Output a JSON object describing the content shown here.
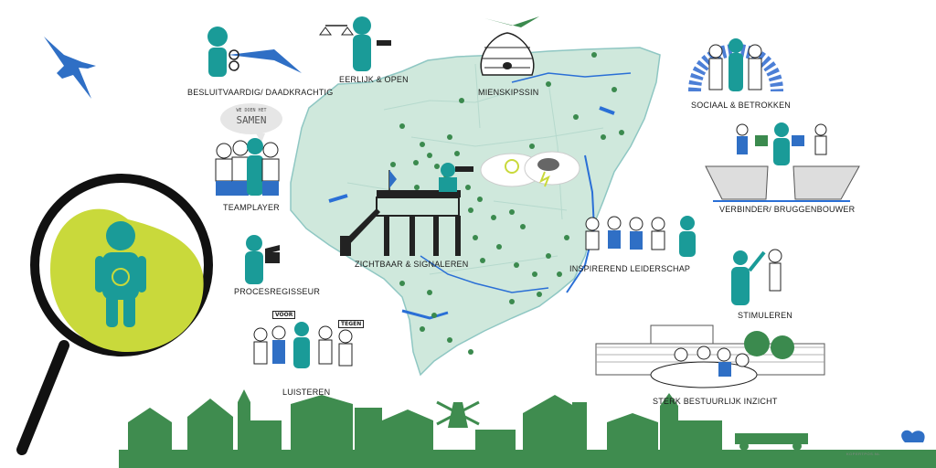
{
  "colors": {
    "teal": "#1a9b98",
    "map": "#cfe8dc",
    "map_line": "#8fc7c3",
    "water": "#2a6fd6",
    "green": "#3b8a4e",
    "ground": "#3f8c4f",
    "lime": "#c9d93b",
    "blue": "#2f6fc5"
  },
  "labels": {
    "besluitvaardig": "BESLUITVAARDIG/ DAADKRACHTIG",
    "eerlijk": "EERLIJK & OPEN",
    "mienskip": "MIENSKIPSSIN",
    "sociaal": "SOCIAAL & BETROKKEN",
    "teamplayer": "TEAMPLAYER",
    "verbinder": "VERBINDER/ BRUGGENBOUWER",
    "zichtbaar": "ZICHTBAAR & SIGNALEREN",
    "inspirerend": "INSPIREREND LEIDERSCHAP",
    "procesregisseur": "PROCESREGISSEUR",
    "stimuleren": "STIMULEREN",
    "luisteren": "LUISTEREN",
    "sterk": "STERK BESTUURLIJK INZICHT"
  },
  "speech_bubble": {
    "line1": "WE DOEN HET",
    "line2": "SAMEN"
  },
  "signs": {
    "voor": "VOOR",
    "tegen": "TEGEN"
  },
  "credit": "KOPERTPOS.NL"
}
